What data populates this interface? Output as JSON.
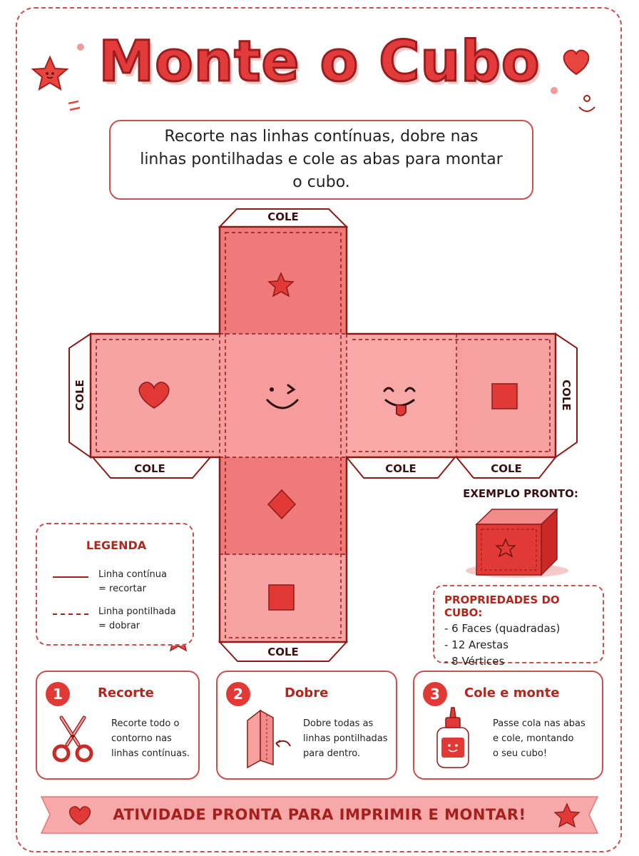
{
  "title": "Monte o Cubo",
  "instructions": "Recorte nas linhas contínuas, dobre nas linhas pontilhadas e cole as abas para montar o cubo.",
  "net": {
    "tab_label": "COLE",
    "faces": [
      "star-icon",
      "heart-icon",
      "wink-face-icon",
      "tongue-face-icon",
      "square-icon",
      "diamond-icon",
      "square-icon"
    ]
  },
  "legend": {
    "title": "LEGENDA",
    "solid_label_1": "Linha contínua",
    "solid_label_2": "= recortar",
    "dashed_label_1": "Linha pontilhada",
    "dashed_label_2": "= dobrar"
  },
  "example": {
    "title": "EXEMPLO PRONTO:"
  },
  "properties": {
    "title": "PROPRIEDADES DO CUBO:",
    "items": [
      "- 6 Faces (quadradas)",
      "- 12 Arestas",
      "- 8 Vértices"
    ]
  },
  "steps": [
    {
      "number": "1",
      "title": "Recorte",
      "lines": [
        "Recorte todo o",
        "contorno nas",
        "linhas contínuas."
      ]
    },
    {
      "number": "2",
      "title": "Dobre",
      "lines": [
        "Dobre todas as",
        "linhas pontilhadas",
        "para dentro."
      ]
    },
    {
      "number": "3",
      "title": "Cole e monte",
      "lines": [
        "Passe cola nas abas",
        "e cole, montando",
        "o seu cubo!"
      ]
    }
  ],
  "banner": "ATIVIDADE PRONTA PARA IMPRIMIR E MONTAR!",
  "colors": {
    "accent": "#e13a36",
    "dark_red": "#a5201c",
    "face_light": "#f7a0a0",
    "face_dark": "#f07a7a",
    "border": "#c9504f"
  }
}
